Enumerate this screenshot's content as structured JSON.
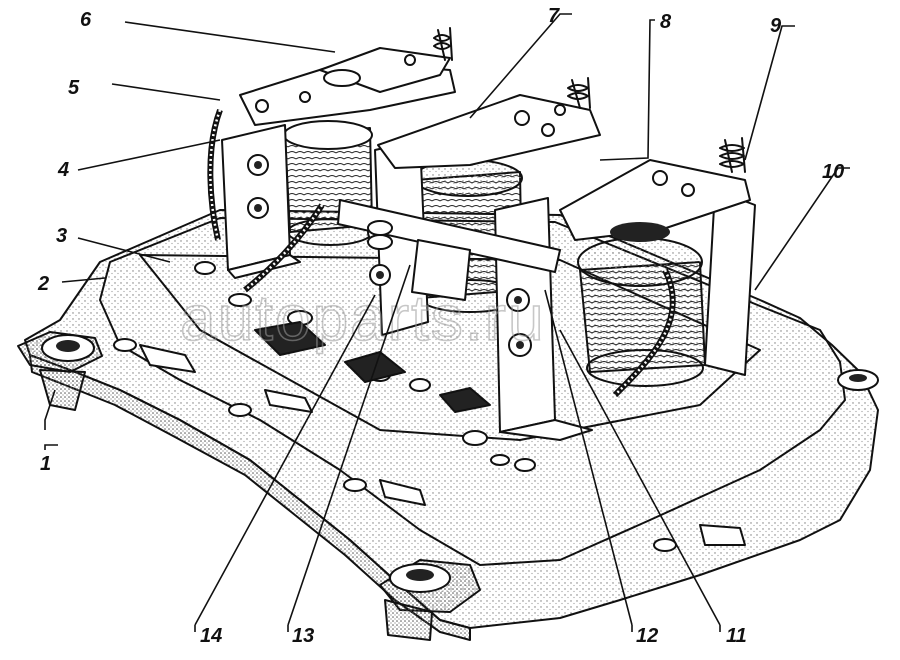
{
  "figure": {
    "type": "technical-illustration",
    "subject": "relay-regulator assembly",
    "watermark": "autoparts.ru",
    "callouts": [
      {
        "id": "1",
        "label": "1"
      },
      {
        "id": "2",
        "label": "2"
      },
      {
        "id": "3",
        "label": "3"
      },
      {
        "id": "4",
        "label": "4"
      },
      {
        "id": "5",
        "label": "5"
      },
      {
        "id": "6",
        "label": "6"
      },
      {
        "id": "7",
        "label": "7"
      },
      {
        "id": "8",
        "label": "8"
      },
      {
        "id": "9",
        "label": "9"
      },
      {
        "id": "10",
        "label": "10"
      },
      {
        "id": "11",
        "label": "11"
      },
      {
        "id": "12",
        "label": "12"
      },
      {
        "id": "13",
        "label": "13"
      },
      {
        "id": "14",
        "label": "14"
      }
    ]
  },
  "colors": {
    "ink": "#111111",
    "paper": "#ffffff",
    "stipple": "#8a8a8a",
    "watermark": "#9a9a9a"
  }
}
